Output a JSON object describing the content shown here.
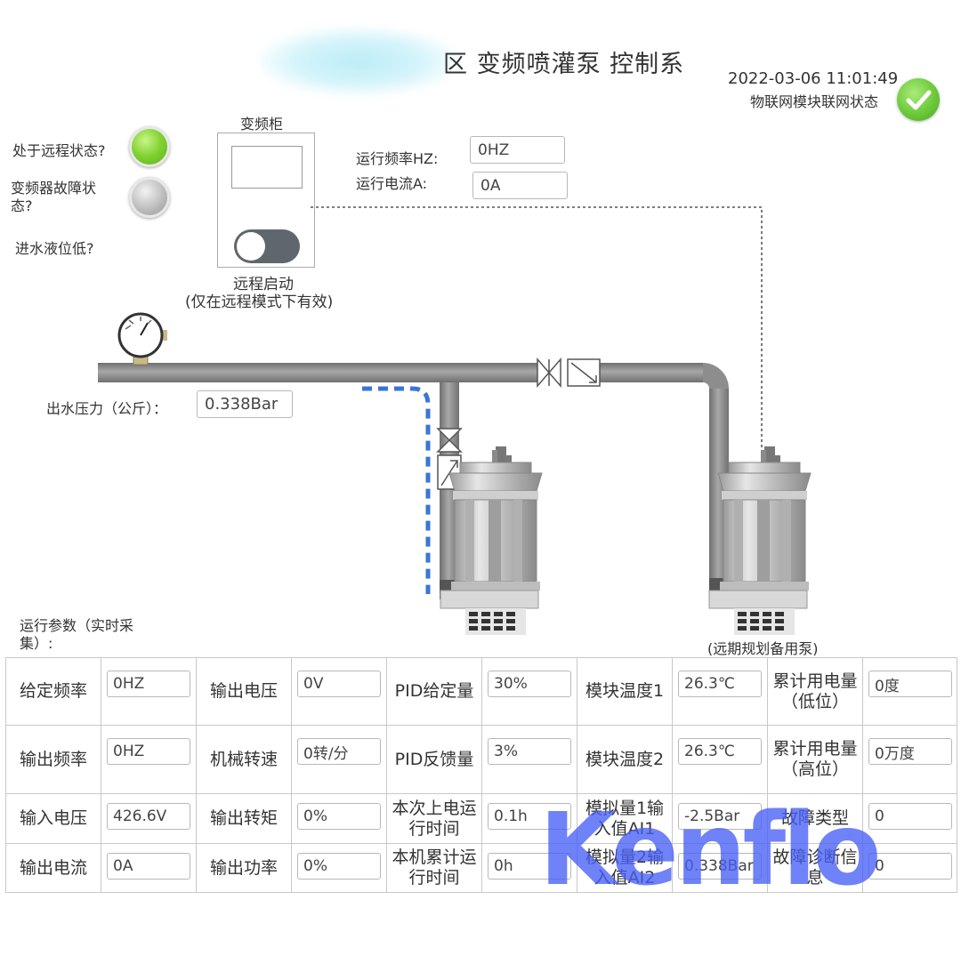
{
  "header": {
    "title": "区 变频喷灌泵 控制系",
    "datetime": "2022-03-06 11:01:49",
    "iot_label": "物联网模块联网状态"
  },
  "status": {
    "remote_label": "处于远程状态?",
    "fault_label": "变频器故障状态?",
    "low_level_label": "进水液位低?"
  },
  "cabinet": {
    "title": "变频柜",
    "remote_start_label": "远程启动",
    "remote_start_note": "(仅在远程模式下有效)"
  },
  "readouts": {
    "freq_label": "运行频率HZ:",
    "freq_value": "0HZ",
    "current_label": "运行电流A:",
    "current_value": "0A",
    "pressure_label": "出水压力（公斤）：",
    "pressure_value": "0.338Bar"
  },
  "backup_pump_label": "(远期规划备用泵)",
  "params_caption": "运行参数（实时采集）:",
  "params": [
    [
      {
        "k": "给定频率",
        "v": "0HZ"
      },
      {
        "k": "输出电压",
        "v": "0V"
      },
      {
        "k": "PID给定量",
        "v": "30%"
      },
      {
        "k": "模块温度1",
        "v": "26.3℃"
      },
      {
        "k": "累计用电量（低位）",
        "v": "0度"
      }
    ],
    [
      {
        "k": "输出频率",
        "v": "0HZ"
      },
      {
        "k": "机械转速",
        "v": "0转/分"
      },
      {
        "k": "PID反馈量",
        "v": "3%"
      },
      {
        "k": "模块温度2",
        "v": "26.3℃"
      },
      {
        "k": "累计用电量（高位）",
        "v": "0万度"
      }
    ],
    [
      {
        "k": "输入电压",
        "v": "426.6V"
      },
      {
        "k": "输出转矩",
        "v": "0%"
      },
      {
        "k": "本次上电运行时间",
        "v": "0.1h"
      },
      {
        "k": "模拟量1输入值AI1",
        "v": "-2.5Bar"
      },
      {
        "k": "故障类型",
        "v": "0"
      }
    ],
    [
      {
        "k": "输出电流",
        "v": "0A"
      },
      {
        "k": "输出功率",
        "v": "0%"
      },
      {
        "k": "本机累计运行时间",
        "v": "0h"
      },
      {
        "k": "模拟量2输入值AI2",
        "v": "0.338Bar"
      },
      {
        "k": "故障诊断信息",
        "v": "0"
      }
    ]
  ],
  "watermark": "Kenflo",
  "colors": {
    "pipe": "#8a8a8a",
    "led_on": "#7fd12f",
    "led_off": "#bdbdbd",
    "toggle": "#5f666e",
    "dashed_flow": "#3c74d6",
    "watermark": "#465ff5"
  }
}
